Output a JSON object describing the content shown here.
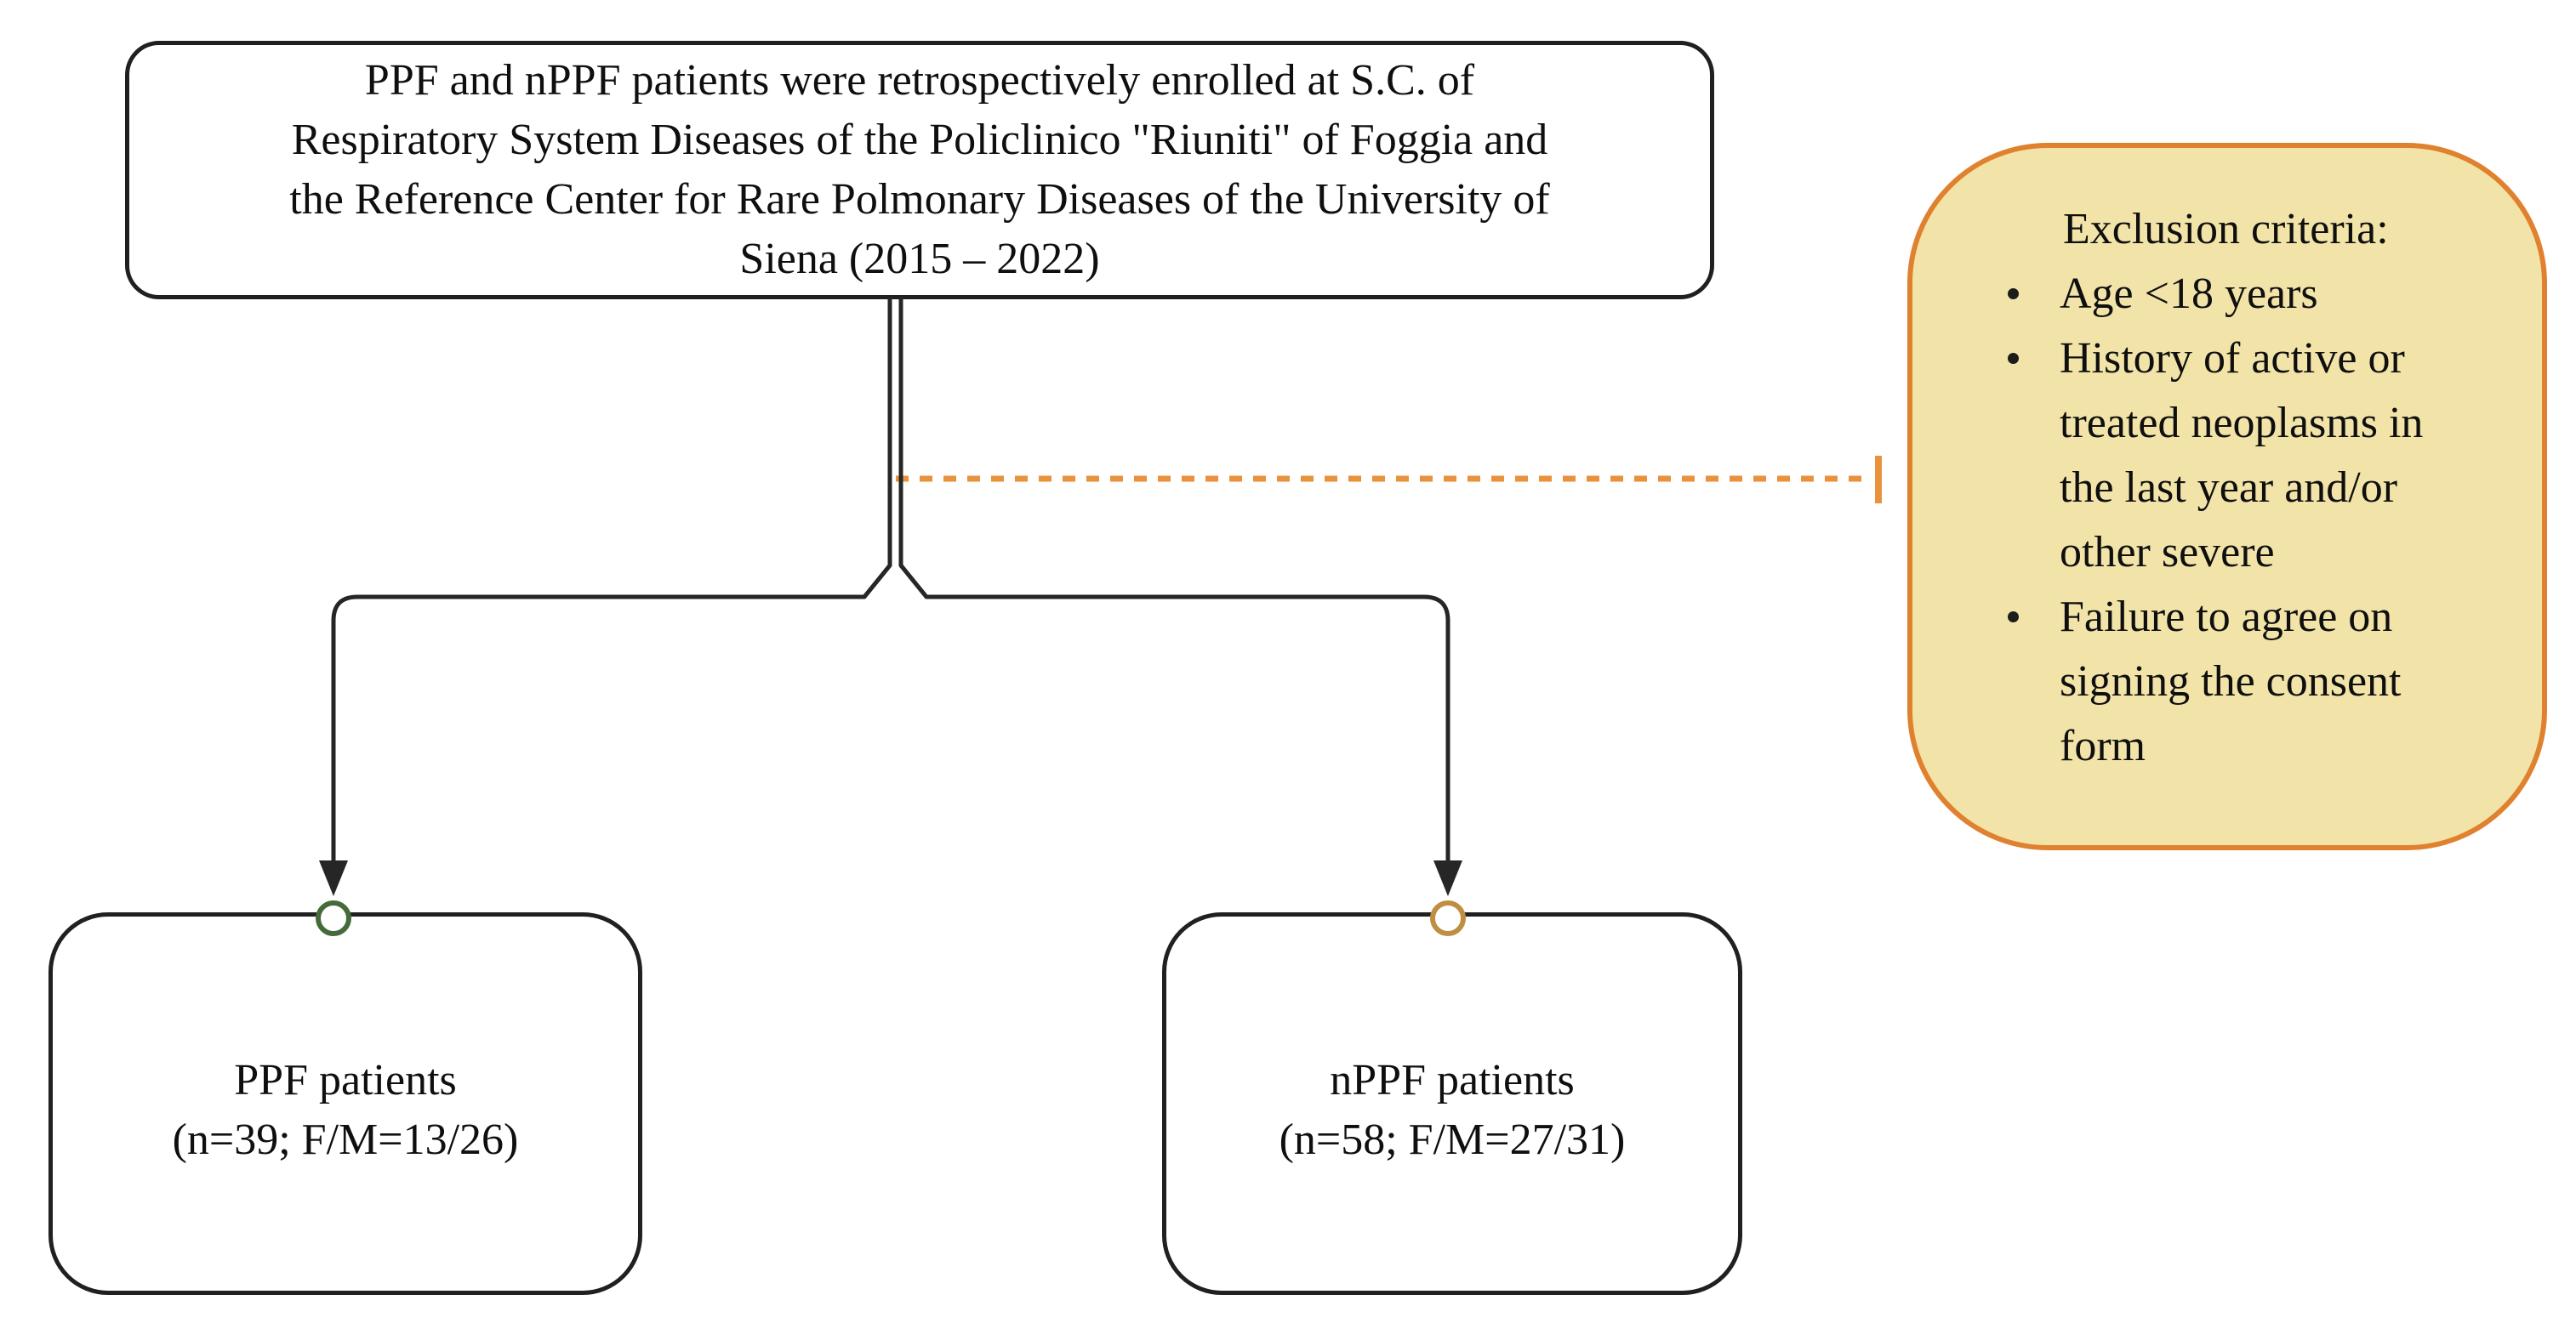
{
  "diagram": {
    "enrollment_box": {
      "lines": [
        "PPF and nPPF patients were retrospectively enrolled at S.C. of",
        "Respiratory System Diseases of the Policlinico \"Riuniti\" of Foggia and",
        "the Reference Center for Rare Polmonary Diseases of the University of",
        "Siena (2015 – 2022)"
      ]
    },
    "exclusion_box": {
      "title": "Exclusion criteria:",
      "items": [
        "Age <18 years",
        "History of active or treated neoplasms in the last year and/or other severe",
        "Failure to agree on signing the consent form"
      ]
    },
    "ppf_box": {
      "title": "PPF patients",
      "subtitle": "(n=39; F/M=13/26)"
    },
    "nppf_box": {
      "title": "nPPF patients",
      "subtitle": "(n=58; F/M=27/31)"
    },
    "colors": {
      "connector": "#262626",
      "box_border": "#202020",
      "exclusion_fill": "#F2E4A8",
      "exclusion_border": "#E0812F",
      "dashed_line": "#E8923E",
      "ppf_anchor": "#456B3B",
      "nppf_anchor": "#BF8D43",
      "anchor_fill": "#ffffff"
    }
  }
}
